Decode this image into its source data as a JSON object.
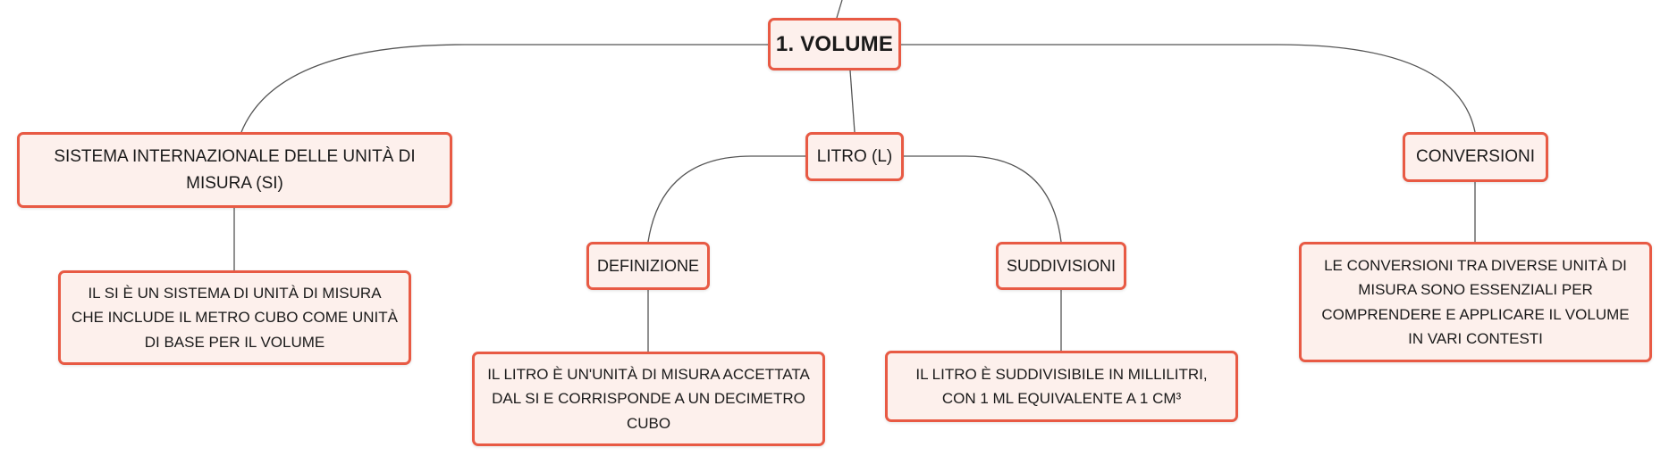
{
  "diagram": {
    "root": {
      "label": "1. VOLUME"
    },
    "branches": {
      "si": {
        "label": "SISTEMA INTERNAZIONALE DELLE UNITÀ DI MISURA (SI)",
        "leaf": "IL SI È UN SISTEMA DI UNITÀ DI MISURA CHE INCLUDE IL METRO CUBO COME UNITÀ DI BASE PER IL VOLUME"
      },
      "litro": {
        "label": "LITRO (L)",
        "definizione": {
          "label": "DEFINIZIONE",
          "leaf": "IL LITRO È UN'UNITÀ DI MISURA ACCETTATA DAL SI E CORRISPONDE A UN DECIMETRO CUBO"
        },
        "suddivisioni": {
          "label": "SUDDIVISIONI",
          "leaf": "IL LITRO È SUDDIVISIBILE IN MILLILITRI, CON 1 ML EQUIVALENTE A 1 CM³"
        }
      },
      "conversioni": {
        "label": "CONVERSIONI",
        "leaf": "LE CONVERSIONI TRA DIVERSE UNITÀ DI MISURA SONO ESSENZIALI PER COMPRENDERE E APPLICARE IL VOLUME IN VARI CONTESTI"
      }
    }
  },
  "colors": {
    "node_border": "#e85a44",
    "node_fill": "#fdf0ec",
    "connector": "#555555"
  }
}
